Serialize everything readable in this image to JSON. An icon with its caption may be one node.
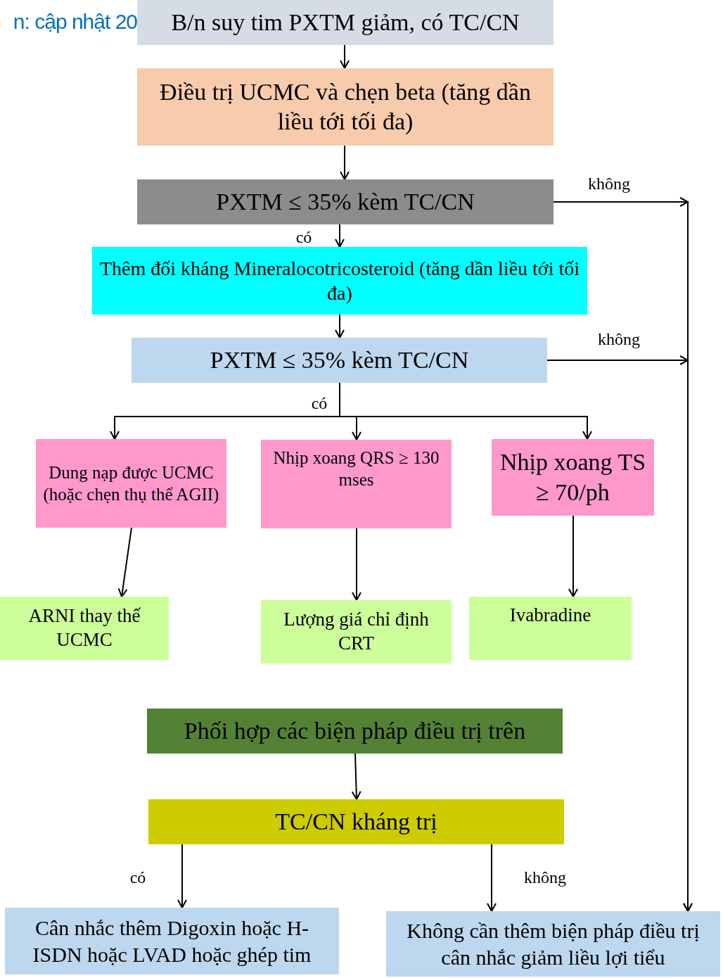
{
  "diagram": {
    "nodes": [
      {
        "text": [
          "B/n suy tim PXTM giảm, có TC/CN"
        ]
      },
      {
        "text": [
          "Điều trị UCMC và chẹn beta (tăng dần liều tới tối đa)"
        ]
      },
      {
        "text": [
          "PXTM ≤ 35% kèm TC/CN"
        ]
      },
      {
        "text": [
          "Thêm đối kháng Mineralocotricosteroid (tăng dần liều tới tối đa)"
        ]
      },
      {
        "text": [
          "PXTM ≤ 35% kèm TC/CN"
        ]
      },
      {
        "text": [
          "Dung nạp được UCMC (hoặc chẹn thụ thể AGII)"
        ]
      },
      {
        "text": [
          "Nhịp xoang QRS ≥ 130 mses"
        ]
      },
      {
        "text": [
          "Nhịp xoang TS ≥ 70/ph"
        ]
      },
      {
        "text": [
          "ARNI thay thế UCMC"
        ]
      },
      {
        "text": [
          "Lượng giá chỉ định CRT"
        ]
      },
      {
        "text": [
          "Ivabradine"
        ]
      },
      {
        "text": [
          "Phối hợp các biện pháp điều trị trên"
        ]
      },
      {
        "text": [
          "TC/CN kháng trị"
        ]
      },
      {
        "text": [
          "Cân nhắc thêm Digoxin hoặc H-ISDN hoặc LVAD hoặc ghép tim"
        ]
      },
      {
        "text": [
          "Không cần thêm biện pháp điều trị cân nhắc giảm liều lợi tiểu"
        ]
      }
    ],
    "edges": [
      {
        "from": 0,
        "to": 1,
        "arrow": "to"
      },
      {
        "from": 1,
        "to": 2,
        "arrow": "to"
      },
      {
        "from": 2,
        "to": 3,
        "arrow": "to",
        "label": "có"
      },
      {
        "from": 2,
        "to": 14,
        "arrow": "to",
        "label": "không"
      },
      {
        "from": 3,
        "to": 4,
        "arrow": "to"
      },
      {
        "from": 4,
        "to": 14,
        "arrow": "to",
        "label": "không"
      },
      {
        "from": 4,
        "to": 5,
        "arrow": "to"
      },
      {
        "from": 4,
        "to": 6,
        "arrow": "to",
        "label": "có"
      },
      {
        "from": 4,
        "to": 7,
        "arrow": "to"
      },
      {
        "from": 5,
        "to": 8,
        "arrow": "to"
      },
      {
        "from": 6,
        "to": 9,
        "arrow": "to"
      },
      {
        "from": 7,
        "to": 10,
        "arrow": "to"
      },
      {
        "from": 11,
        "to": 12,
        "arrow": "to"
      },
      {
        "from": 12,
        "to": 13,
        "arrow": "to",
        "label": "có"
      },
      {
        "from": 12,
        "to": 14,
        "arrow": "to",
        "label": "không"
      }
    ],
    "labels": [
      "n: cập nhật 20"
    ]
  }
}
